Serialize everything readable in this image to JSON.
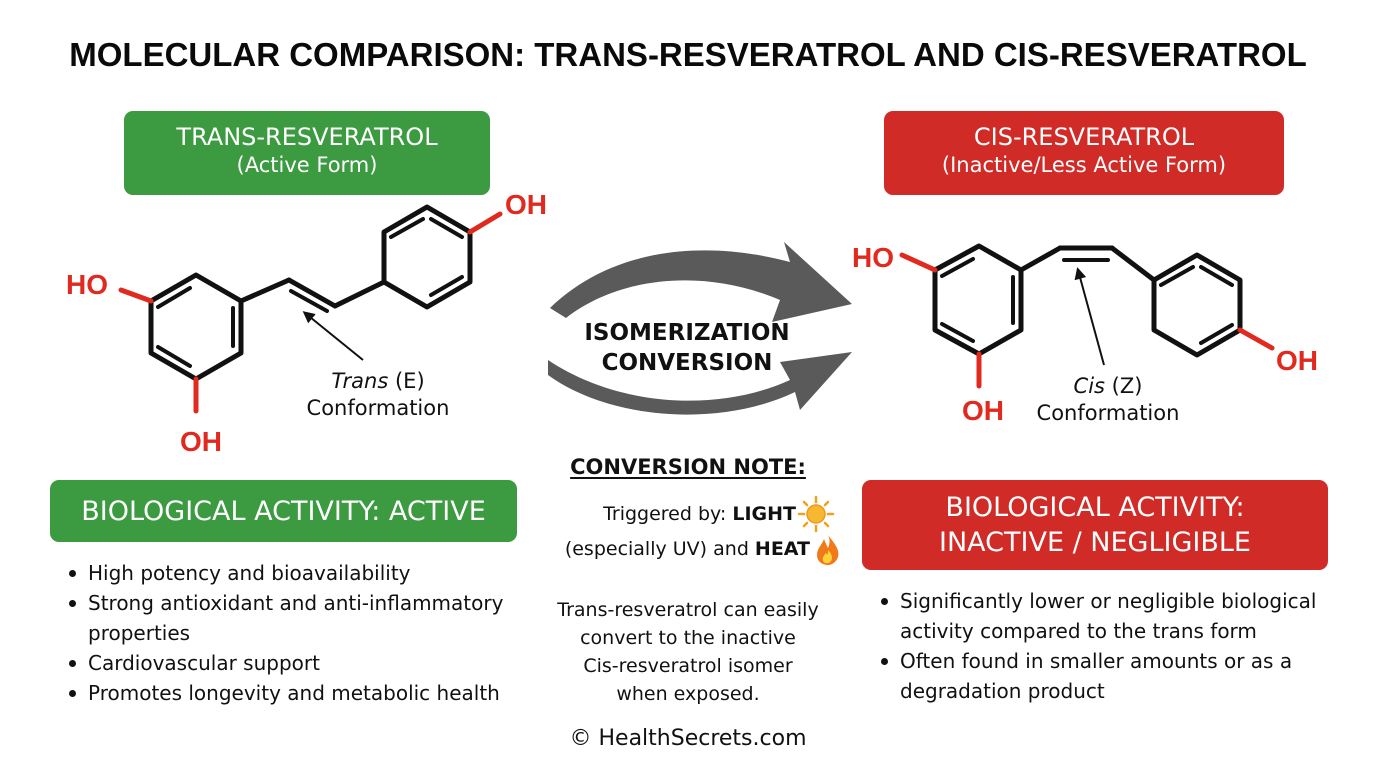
{
  "title": "MOLECULAR COMPARISON: TRANS-RESVERATROL AND CIS-RESVERATROL",
  "colors": {
    "green": "#3c9a41",
    "red": "#d12b27",
    "oh_red": "#e0291f"
  },
  "trans": {
    "name": "TRANS-RESVERATROL",
    "form": "(Active Form)",
    "conformation_word": "Trans",
    "conformation_code": "(E)",
    "conformation_label": "Conformation",
    "oh_labels": [
      "OH",
      "HO",
      "OH"
    ],
    "activity_banner": "BIOLOGICAL ACTIVITY: ACTIVE",
    "bullets": [
      "High potency and bioavailability",
      "Strong antioxidant and anti-inflammatory properties",
      "Cardiovascular support",
      "Promotes longevity and metabolic health"
    ]
  },
  "cis": {
    "name": "CIS-RESVERATROL",
    "form": "(Inactive/Less Active Form)",
    "conformation_word": "Cis",
    "conformation_code": "(Z)",
    "conformation_label": "Conformation",
    "oh_labels": [
      "HO",
      "OH",
      "OH"
    ],
    "activity_banner_line1": "BIOLOGICAL ACTIVITY:",
    "activity_banner_line2": "INACTIVE / NEGLIGIBLE",
    "bullets": [
      "Significantly lower or negligible biological activity compared to the trans form",
      "Often found in smaller amounts or as a degradation product"
    ]
  },
  "conversion": {
    "label_line1": "ISOMERIZATION",
    "label_line2": "CONVERSION",
    "note_heading": "CONVERSION NOTE:",
    "triggered_prefix": "Triggered by:",
    "trigger_light": "LIGHT",
    "trigger_paren": "(especially UV) and",
    "trigger_heat": "HEAT",
    "light_icon": "sun-icon",
    "heat_icon": "fire-icon",
    "description_lines": [
      "Trans-resveratrol can easily",
      "convert to the inactive",
      "Cis-resveratrol isomer",
      "when exposed."
    ]
  },
  "footer": "© HealthSecrets.com"
}
